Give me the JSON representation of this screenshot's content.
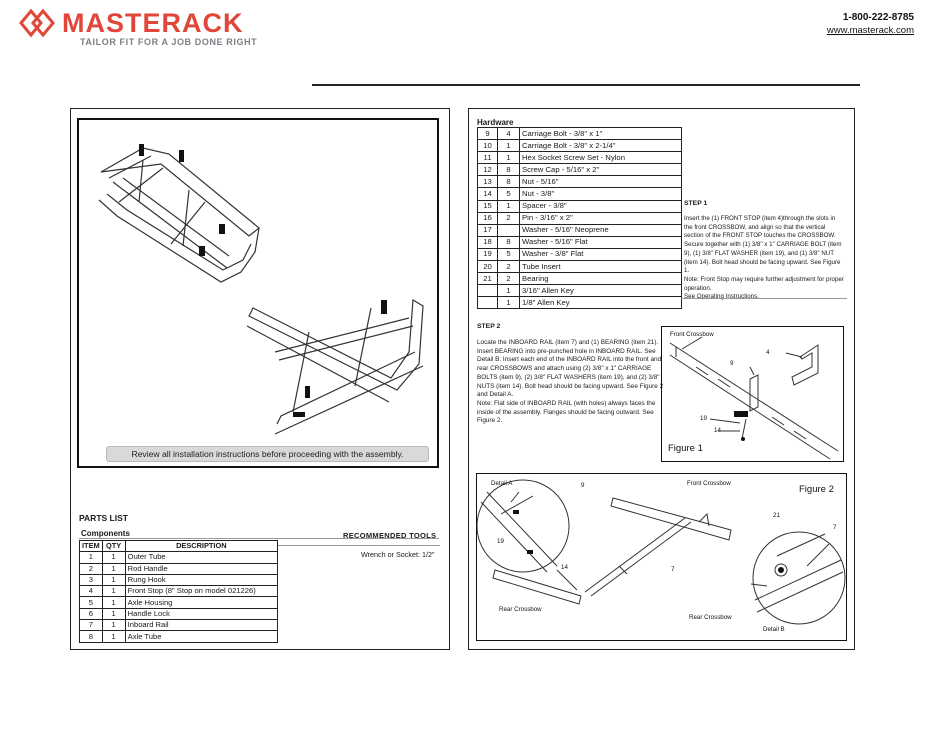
{
  "header": {
    "brand": "MASTERACK",
    "tagline": "TAILOR FIT FOR A JOB DONE RIGHT",
    "phone": "1-800-222-8785",
    "website": "www.masterack.com",
    "brand_color": "#e0473a"
  },
  "left_panel": {
    "review_note": "Review all installation instructions before proceeding with the assembly.",
    "parts_list_title": "PARTS LIST",
    "components_title": "Components",
    "components_columns": [
      "ITEM",
      "QTY",
      "DESCRIPTION"
    ],
    "components": [
      {
        "item": "1",
        "qty": "1",
        "desc": "Outer Tube"
      },
      {
        "item": "2",
        "qty": "1",
        "desc": "Rod Handle"
      },
      {
        "item": "3",
        "qty": "1",
        "desc": "Rung Hook"
      },
      {
        "item": "4",
        "qty": "1",
        "desc": "Front Stop (8\" Stop on model 021226)"
      },
      {
        "item": "5",
        "qty": "1",
        "desc": "Axle Housing"
      },
      {
        "item": "6",
        "qty": "1",
        "desc": "Handle Lock"
      },
      {
        "item": "7",
        "qty": "1",
        "desc": "Inboard Rail"
      },
      {
        "item": "8",
        "qty": "1",
        "desc": "Axle Tube"
      }
    ],
    "tools_title": "RECOMMENDED TOOLS",
    "tools_text": "Wrench or Socket: 1/2\""
  },
  "right_panel": {
    "hardware_title": "Hardware",
    "hardware": [
      {
        "item": "9",
        "qty": "4",
        "desc": "Carriage Bolt - 3/8\" x 1\""
      },
      {
        "item": "10",
        "qty": "1",
        "desc": "Carriage Bolt - 3/8\" x 2-1/4\""
      },
      {
        "item": "11",
        "qty": "1",
        "desc": "Hex Socket Screw Set - Nylon"
      },
      {
        "item": "12",
        "qty": "8",
        "desc": "Screw Cap - 5/16\" x 2\""
      },
      {
        "item": "13",
        "qty": "8",
        "desc": "Nut - 5/16\""
      },
      {
        "item": "14",
        "qty": "5",
        "desc": "Nut - 3/8\""
      },
      {
        "item": "15",
        "qty": "1",
        "desc": "Spacer - 3/8\""
      },
      {
        "item": "16",
        "qty": "2",
        "desc": "Pin - 3/16\" x 2\""
      },
      {
        "item": "17",
        "qty": "",
        "desc": "Washer - 5/16\" Neoprene"
      },
      {
        "item": "18",
        "qty": "8",
        "desc": "Washer - 5/16\" Flat"
      },
      {
        "item": "19",
        "qty": "5",
        "desc": "Washer - 3/8\" Flat"
      },
      {
        "item": "20",
        "qty": "2",
        "desc": "Tube Insert"
      },
      {
        "item": "21",
        "qty": "2",
        "desc": "Bearing"
      },
      {
        "item": "",
        "qty": "1",
        "desc": "3/16\" Allen Key"
      },
      {
        "item": "",
        "qty": "1",
        "desc": "1/8\" Allen Key"
      }
    ],
    "step1_title": "STEP 1",
    "step1_text": "Insert the (1) FRONT STOP (item 4)through the slots in the front CROSSBOW, and align so that the vertical section of the FRONT STOP touches the CROSSBOW. Secure together with (1) 3/8\" x 1\" CARRIAGE BOLT (item 9), (1) 3/8\" FLAT WASHER (item 19), and (1) 3/8\" NUT (item 14). Bolt head should be facing upward. See Figure 1.",
    "step1_note": "Note: Front Stop may require further adjustment for proper operation.",
    "step1_see": "See Operating Instructions.",
    "step2_title": "STEP 2",
    "step2_text": "Locate the INBOARD RAIL (item 7) and (1) BEARING (item 21). Insert BEARING into pre-punched hole in INBOARD RAIL. See Detail B. Insert each end of the INBOARD RAIL into the front and rear CROSSBOWS and attach using (2) 3/8\" x 1\" CARRIAGE BOLTS (item 9), (2) 3/8\" FLAT WASHERS (item 19), and (2) 3/8\" NUTS (item 14). Bolt head should be facing upward. See Figure 2 and Detail A.",
    "step2_note": "Note: Flat side of INBOARD RAIL (with holes) always faces the inside of the assembly. Flanges should be facing outward. See Figure 2.",
    "figure1": {
      "title": "Figure 1",
      "crossbow_label": "Front Crossbow",
      "callouts": [
        "4",
        "9",
        "19",
        "14"
      ]
    },
    "figure2": {
      "title": "Figure 2",
      "detail_a": "Detail A",
      "detail_b": "Detail B",
      "front_crossbow": "Front Crossbow",
      "rear_crossbow_left": "Rear Crossbow",
      "rear_crossbow_right": "Rear Crossbow",
      "callouts": [
        "9",
        "19",
        "14",
        "7",
        "21",
        "7"
      ]
    }
  }
}
